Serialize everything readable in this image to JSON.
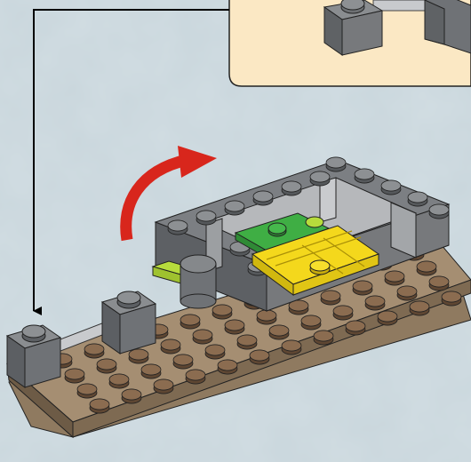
{
  "instruction_step": {
    "callout_panel": {
      "content": "sub-assembly-preview"
    },
    "arrows": [
      "callout-connector-arrow",
      "rotate-model-arrow"
    ],
    "parts": [
      "tan-baseplate",
      "axle-with-two-1x1-bricks",
      "gray-wall-section",
      "yellow-tile-platform",
      "green-plate",
      "lime-round-plate"
    ]
  },
  "colors": {
    "background": "#c9d6dc",
    "callout_fill": "#fbe8c4",
    "baseplate": "#a58e72",
    "dark_gray": "#6f7276",
    "light_gray": "#b6b8bb",
    "yellow": "#f4d81c",
    "green": "#3fae44",
    "lime": "#b7dc3c",
    "rotate_arrow": "#d8261c"
  }
}
